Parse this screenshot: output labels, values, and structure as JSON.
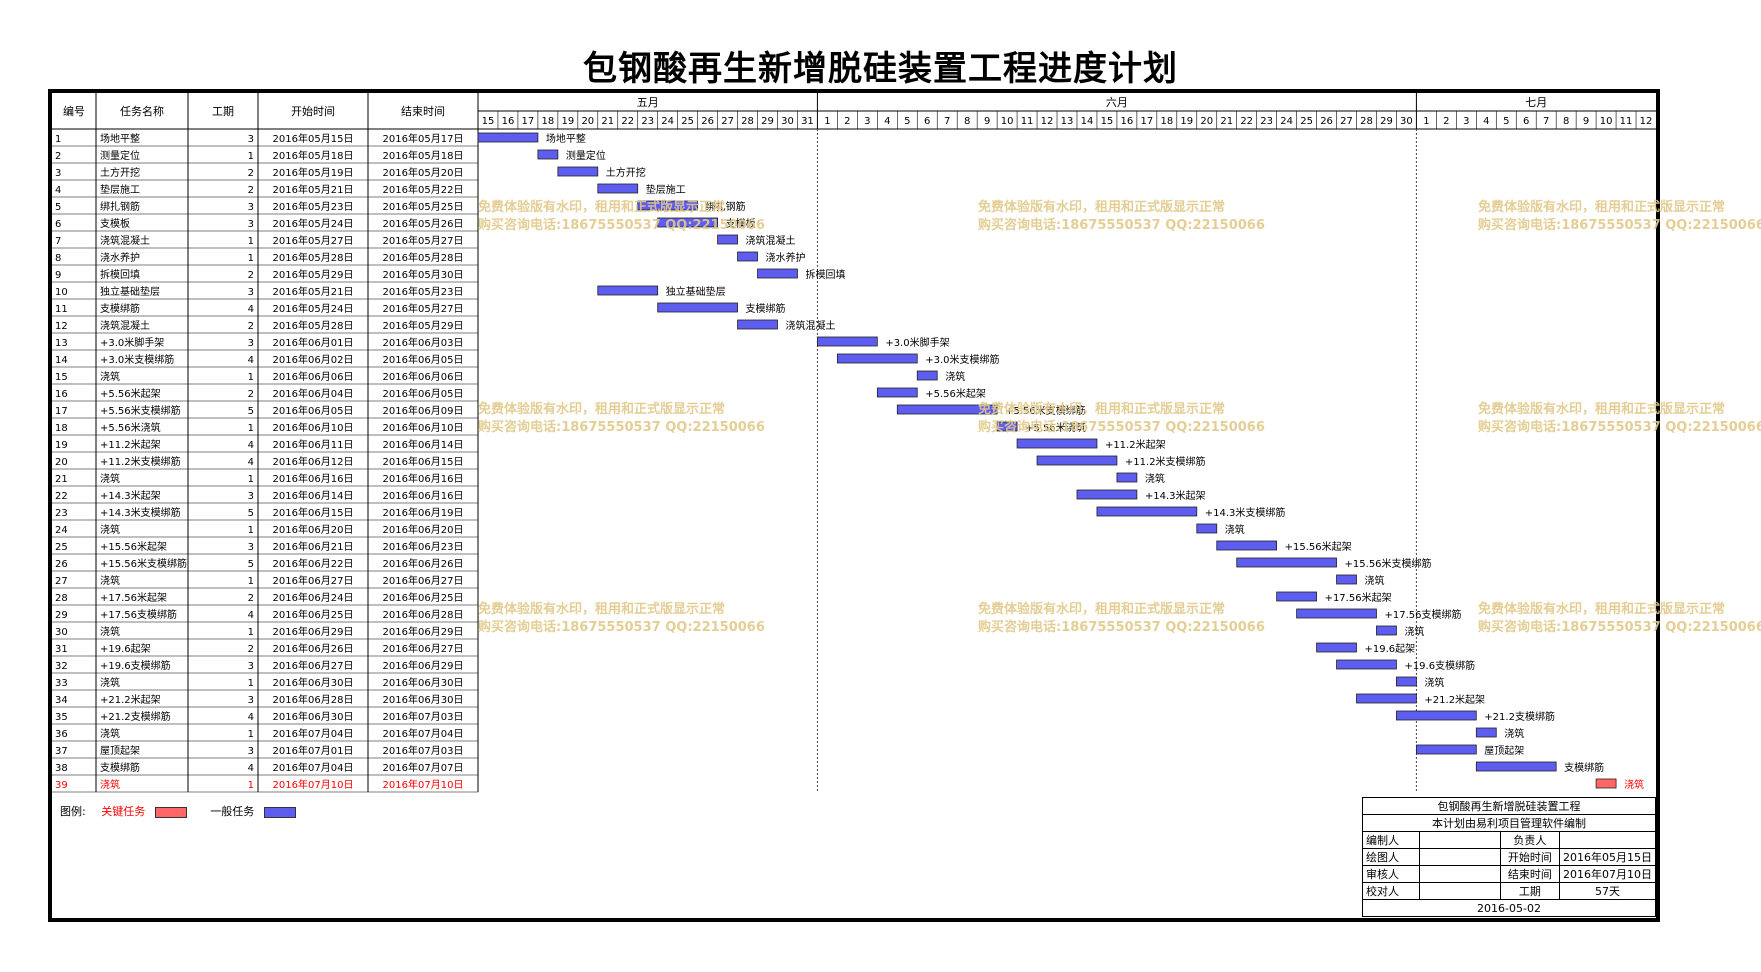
{
  "page_title": "包钢酸再生新增脱硅装置工程进度计划",
  "table_headers": {
    "id": "编号",
    "name": "任务名称",
    "duration": "工期",
    "start": "开始时间",
    "end": "结束时间"
  },
  "months": [
    {
      "label": "五月",
      "days": [
        15,
        16,
        17,
        18,
        19,
        20,
        21,
        22,
        23,
        24,
        25,
        26,
        27,
        28,
        29,
        30,
        31
      ]
    },
    {
      "label": "六月",
      "days": [
        1,
        2,
        3,
        4,
        5,
        6,
        7,
        8,
        9,
        10,
        11,
        12,
        13,
        14,
        15,
        16,
        17,
        18,
        19,
        20,
        21,
        22,
        23,
        24,
        25,
        26,
        27,
        28,
        29,
        30
      ]
    },
    {
      "label": "七月",
      "days": [
        1,
        2,
        3,
        4,
        5,
        6,
        7,
        8,
        9,
        10,
        11,
        12
      ]
    }
  ],
  "chart_data": {
    "type": "gantt",
    "title": "包钢酸再生新增脱硅装置工程进度计划",
    "x_range": [
      "2016-05-15",
      "2016-07-12"
    ],
    "tasks": [
      {
        "id": "1",
        "name": "场地平整",
        "duration": 3,
        "start": "2016年05月15日",
        "end": "2016年05月17日",
        "start_date": "2016-05-15",
        "end_date": "2016-05-17",
        "bar_label": "场地平整",
        "critical": false
      },
      {
        "id": "2",
        "name": "测量定位",
        "duration": 1,
        "start": "2016年05月18日",
        "end": "2016年05月18日",
        "start_date": "2016-05-18",
        "end_date": "2016-05-18",
        "bar_label": "测量定位",
        "critical": false
      },
      {
        "id": "3",
        "name": "土方开挖",
        "duration": 2,
        "start": "2016年05月19日",
        "end": "2016年05月20日",
        "start_date": "2016-05-19",
        "end_date": "2016-05-20",
        "bar_label": "土方开挖",
        "critical": false
      },
      {
        "id": "4",
        "name": "垫层施工",
        "duration": 2,
        "start": "2016年05月21日",
        "end": "2016年05月22日",
        "start_date": "2016-05-21",
        "end_date": "2016-05-22",
        "bar_label": "垫层施工",
        "critical": false
      },
      {
        "id": "5",
        "name": "绑扎钢筋",
        "duration": 3,
        "start": "2016年05月23日",
        "end": "2016年05月25日",
        "start_date": "2016-05-23",
        "end_date": "2016-05-25",
        "bar_label": "绑扎钢筋",
        "critical": false
      },
      {
        "id": "6",
        "name": "支模板",
        "duration": 3,
        "start": "2016年05月24日",
        "end": "2016年05月26日",
        "start_date": "2016-05-24",
        "end_date": "2016-05-26",
        "bar_label": "支模板",
        "critical": false
      },
      {
        "id": "7",
        "name": "浇筑混凝土",
        "duration": 1,
        "start": "2016年05月27日",
        "end": "2016年05月27日",
        "start_date": "2016-05-27",
        "end_date": "2016-05-27",
        "bar_label": "浇筑混凝土",
        "critical": false
      },
      {
        "id": "8",
        "name": "浇水养护",
        "duration": 1,
        "start": "2016年05月28日",
        "end": "2016年05月28日",
        "start_date": "2016-05-28",
        "end_date": "2016-05-28",
        "bar_label": "浇水养护",
        "critical": false
      },
      {
        "id": "9",
        "name": "拆模回填",
        "duration": 2,
        "start": "2016年05月29日",
        "end": "2016年05月30日",
        "start_date": "2016-05-29",
        "end_date": "2016-05-30",
        "bar_label": "拆模回填",
        "critical": false
      },
      {
        "id": "10",
        "name": "独立基础垫层",
        "duration": 3,
        "start": "2016年05月21日",
        "end": "2016年05月23日",
        "start_date": "2016-05-21",
        "end_date": "2016-05-23",
        "bar_label": "独立基础垫层",
        "critical": false
      },
      {
        "id": "11",
        "name": "支模绑筋",
        "duration": 4,
        "start": "2016年05月24日",
        "end": "2016年05月27日",
        "start_date": "2016-05-24",
        "end_date": "2016-05-27",
        "bar_label": "支模绑筋",
        "critical": false
      },
      {
        "id": "12",
        "name": "浇筑混凝土",
        "duration": 2,
        "start": "2016年05月28日",
        "end": "2016年05月29日",
        "start_date": "2016-05-28",
        "end_date": "2016-05-29",
        "bar_label": "浇筑混凝土",
        "critical": false
      },
      {
        "id": "13",
        "name": "+3.0米脚手架",
        "duration": 3,
        "start": "2016年06月01日",
        "end": "2016年06月03日",
        "start_date": "2016-06-01",
        "end_date": "2016-06-03",
        "bar_label": "+3.0米脚手架",
        "critical": false
      },
      {
        "id": "14",
        "name": "+3.0米支模绑筋",
        "duration": 4,
        "start": "2016年06月02日",
        "end": "2016年06月05日",
        "start_date": "2016-06-02",
        "end_date": "2016-06-05",
        "bar_label": "+3.0米支模绑筋",
        "critical": false
      },
      {
        "id": "15",
        "name": "浇筑",
        "duration": 1,
        "start": "2016年06月06日",
        "end": "2016年06月06日",
        "start_date": "2016-06-06",
        "end_date": "2016-06-06",
        "bar_label": "浇筑",
        "critical": false
      },
      {
        "id": "16",
        "name": "+5.56米起架",
        "duration": 2,
        "start": "2016年06月04日",
        "end": "2016年06月05日",
        "start_date": "2016-06-04",
        "end_date": "2016-06-05",
        "bar_label": "+5.56米起架",
        "critical": false
      },
      {
        "id": "17",
        "name": "+5.56米支模绑筋",
        "duration": 5,
        "start": "2016年06月05日",
        "end": "2016年06月09日",
        "start_date": "2016-06-05",
        "end_date": "2016-06-09",
        "bar_label": "+5.56米支模绑筋",
        "critical": false
      },
      {
        "id": "18",
        "name": "+5.56米浇筑",
        "duration": 1,
        "start": "2016年06月10日",
        "end": "2016年06月10日",
        "start_date": "2016-06-10",
        "end_date": "2016-06-10",
        "bar_label": "+5.56米浇筑",
        "critical": false
      },
      {
        "id": "19",
        "name": "+11.2米起架",
        "duration": 4,
        "start": "2016年06月11日",
        "end": "2016年06月14日",
        "start_date": "2016-06-11",
        "end_date": "2016-06-14",
        "bar_label": "+11.2米起架",
        "critical": false
      },
      {
        "id": "20",
        "name": "+11.2米支模绑筋",
        "duration": 4,
        "start": "2016年06月12日",
        "end": "2016年06月15日",
        "start_date": "2016-06-12",
        "end_date": "2016-06-15",
        "bar_label": "+11.2米支模绑筋",
        "critical": false
      },
      {
        "id": "21",
        "name": "浇筑",
        "duration": 1,
        "start": "2016年06月16日",
        "end": "2016年06月16日",
        "start_date": "2016-06-16",
        "end_date": "2016-06-16",
        "bar_label": "浇筑",
        "critical": false
      },
      {
        "id": "22",
        "name": "+14.3米起架",
        "duration": 3,
        "start": "2016年06月14日",
        "end": "2016年06月16日",
        "start_date": "2016-06-14",
        "end_date": "2016-06-16",
        "bar_label": "+14.3米起架",
        "critical": false
      },
      {
        "id": "23",
        "name": "+14.3米支模绑筋",
        "duration": 5,
        "start": "2016年06月15日",
        "end": "2016年06月19日",
        "start_date": "2016-06-15",
        "end_date": "2016-06-19",
        "bar_label": "+14.3米支模绑筋",
        "critical": false
      },
      {
        "id": "24",
        "name": "浇筑",
        "duration": 1,
        "start": "2016年06月20日",
        "end": "2016年06月20日",
        "start_date": "2016-06-20",
        "end_date": "2016-06-20",
        "bar_label": "浇筑",
        "critical": false
      },
      {
        "id": "25",
        "name": "+15.56米起架",
        "duration": 3,
        "start": "2016年06月21日",
        "end": "2016年06月23日",
        "start_date": "2016-06-21",
        "end_date": "2016-06-23",
        "bar_label": "+15.56米起架",
        "critical": false
      },
      {
        "id": "26",
        "name": "+15.56米支模绑筋",
        "duration": 5,
        "start": "2016年06月22日",
        "end": "2016年06月26日",
        "start_date": "2016-06-22",
        "end_date": "2016-06-26",
        "bar_label": "+15.56米支模绑筋",
        "critical": false
      },
      {
        "id": "27",
        "name": "浇筑",
        "duration": 1,
        "start": "2016年06月27日",
        "end": "2016年06月27日",
        "start_date": "2016-06-27",
        "end_date": "2016-06-27",
        "bar_label": "浇筑",
        "critical": false
      },
      {
        "id": "28",
        "name": "+17.56米起架",
        "duration": 2,
        "start": "2016年06月24日",
        "end": "2016年06月25日",
        "start_date": "2016-06-24",
        "end_date": "2016-06-25",
        "bar_label": "+17.56米起架",
        "critical": false
      },
      {
        "id": "29",
        "name": "+17.56支模绑筋",
        "duration": 4,
        "start": "2016年06月25日",
        "end": "2016年06月28日",
        "start_date": "2016-06-25",
        "end_date": "2016-06-28",
        "bar_label": "+17.56支模绑筋",
        "critical": false
      },
      {
        "id": "30",
        "name": "浇筑",
        "duration": 1,
        "start": "2016年06月29日",
        "end": "2016年06月29日",
        "start_date": "2016-06-29",
        "end_date": "2016-06-29",
        "bar_label": "浇筑",
        "critical": false
      },
      {
        "id": "31",
        "name": "+19.6起架",
        "duration": 2,
        "start": "2016年06月26日",
        "end": "2016年06月27日",
        "start_date": "2016-06-26",
        "end_date": "2016-06-27",
        "bar_label": "+19.6起架",
        "critical": false
      },
      {
        "id": "32",
        "name": "+19.6支模绑筋",
        "duration": 3,
        "start": "2016年06月27日",
        "end": "2016年06月29日",
        "start_date": "2016-06-27",
        "end_date": "2016-06-29",
        "bar_label": "+19.6支模绑筋",
        "critical": false
      },
      {
        "id": "33",
        "name": "浇筑",
        "duration": 1,
        "start": "2016年06月30日",
        "end": "2016年06月30日",
        "start_date": "2016-06-30",
        "end_date": "2016-06-30",
        "bar_label": "浇筑",
        "critical": false
      },
      {
        "id": "34",
        "name": "+21.2米起架",
        "duration": 3,
        "start": "2016年06月28日",
        "end": "2016年06月30日",
        "start_date": "2016-06-28",
        "end_date": "2016-06-30",
        "bar_label": "+21.2米起架",
        "critical": false
      },
      {
        "id": "35",
        "name": "+21.2支模绑筋",
        "duration": 4,
        "start": "2016年06月30日",
        "end": "2016年07月03日",
        "start_date": "2016-06-30",
        "end_date": "2016-07-03",
        "bar_label": "+21.2支模绑筋",
        "critical": false
      },
      {
        "id": "36",
        "name": "浇筑",
        "duration": 1,
        "start": "2016年07月04日",
        "end": "2016年07月04日",
        "start_date": "2016-07-04",
        "end_date": "2016-07-04",
        "bar_label": "浇筑",
        "critical": false
      },
      {
        "id": "37",
        "name": "屋顶起架",
        "duration": 3,
        "start": "2016年07月01日",
        "end": "2016年07月03日",
        "start_date": "2016-07-01",
        "end_date": "2016-07-03",
        "bar_label": "屋顶起架",
        "critical": false
      },
      {
        "id": "38",
        "name": "支模绑筋",
        "duration": 4,
        "start": "2016年07月04日",
        "end": "2016年07月07日",
        "start_date": "2016-07-04",
        "end_date": "2016-07-07",
        "bar_label": "支模绑筋",
        "critical": false
      },
      {
        "id": "39",
        "name": "浇筑",
        "duration": 1,
        "start": "2016年07月10日",
        "end": "2016年07月10日",
        "start_date": "2016-07-10",
        "end_date": "2016-07-10",
        "bar_label": "浇筑",
        "critical": true
      }
    ],
    "legend": [
      {
        "label": "关键任务",
        "color": "#ff6666"
      },
      {
        "label": "一般任务",
        "color": "#5d5df0"
      }
    ]
  },
  "legend": {
    "prefix": "图例:",
    "critical_label": "关键任务",
    "normal_label": "一般任务"
  },
  "colors": {
    "normal_bar": "#5d5df0",
    "critical_bar": "#ff6666",
    "critical_text": "#ff0000",
    "watermark": "#e2c98a"
  },
  "watermark": {
    "line1": "免费体验版有水印，租用和正式版显示正常",
    "line2": "购买咨询电话:18675550537 QQ:22150066"
  },
  "info_box": {
    "project": "包钢酸再生新增脱硅装置工程",
    "note": "本计划由易利项目管理软件编制",
    "editor_label": "编制人",
    "editor": "",
    "owner_label": "负责人",
    "owner": "",
    "drawer_label": "绘图人",
    "drawer": "",
    "start_label": "开始时间",
    "start": "2016年05月15日",
    "reviewer_label": "审核人",
    "reviewer": "",
    "end_label": "结束时间",
    "end": "2016年07月10日",
    "checker_label": "校对人",
    "checker": "",
    "duration_label": "工期",
    "duration": "57天",
    "date": "2016-05-02"
  }
}
